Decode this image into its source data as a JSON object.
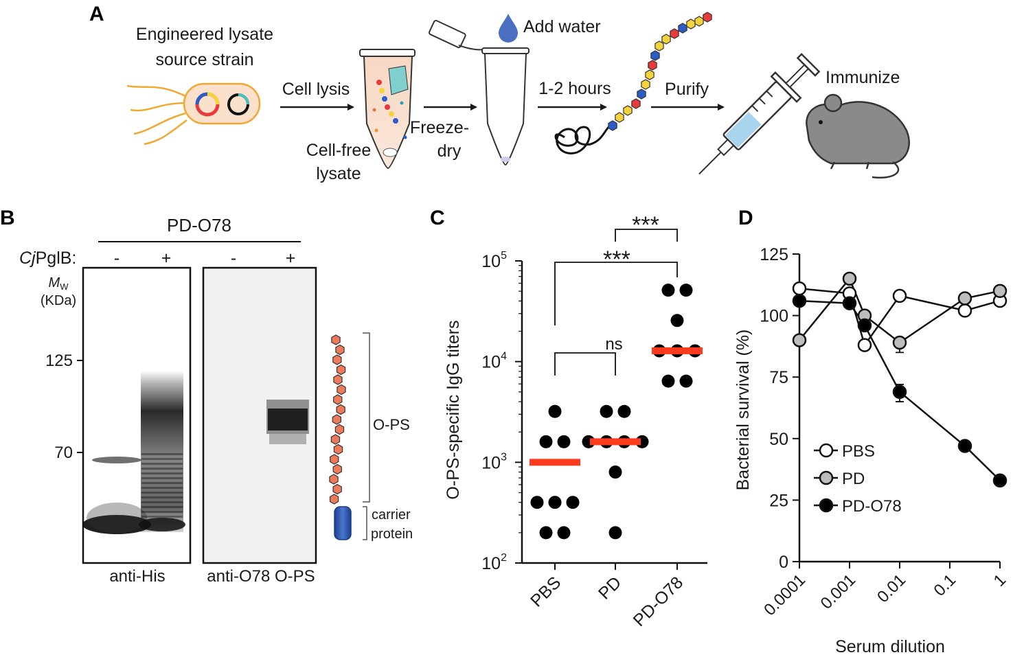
{
  "panels": {
    "a": {
      "letter": "A",
      "source_line1": "Engineered lysate",
      "source_line2": "source strain",
      "cell_lysis": "Cell lysis",
      "lysate_line1": "Cell-free",
      "lysate_line2": "lysate",
      "freeze_line1": "Freeze-",
      "freeze_line2": "dry",
      "add_water": "Add water",
      "time": "1-2 hours",
      "purify": "Purify",
      "immunize": "Immunize"
    },
    "b": {
      "letter": "B",
      "construct": "PD-O78",
      "enzyme_italic": "Cj",
      "enzyme_rest": "PglB:",
      "lanes": [
        "-",
        "+",
        "-",
        "+"
      ],
      "mw_symbol": "M",
      "mw_subscript": "W",
      "mw_unit": "(KDa)",
      "markers": [
        "125",
        "70"
      ],
      "blot_left_label": "anti-His",
      "blot_right_label": "anti-O78 O-PS",
      "ops_label": "O-PS",
      "carrier_line1": "carrier",
      "carrier_line2": "protein"
    },
    "c": {
      "letter": "C",
      "stars": "***",
      "ns": "ns"
    },
    "d": {
      "letter": "D"
    }
  },
  "chart_data": [
    {
      "type": "scatter",
      "panel": "C",
      "ylabel": "O-PS-specific IgG titers",
      "yscale": "log",
      "ylim": [
        100,
        100000
      ],
      "yticks": [
        "10^2",
        "10^3",
        "10^4",
        "10^5"
      ],
      "categories": [
        "PBS",
        "PD",
        "PD-O78"
      ],
      "series": [
        {
          "name": "PBS",
          "values": [
            3200,
            1600,
            1600,
            400,
            400,
            400,
            200,
            200
          ],
          "median": 1000
        },
        {
          "name": "PD",
          "values": [
            3200,
            3200,
            1600,
            1600,
            1600,
            1600,
            800,
            200
          ],
          "median": 1600
        },
        {
          "name": "PD-O78",
          "values": [
            51200,
            51200,
            25600,
            12800,
            12800,
            12800,
            6400,
            6400
          ],
          "median": 12800
        }
      ],
      "comparisons": [
        {
          "groups": [
            "PBS",
            "PD"
          ],
          "label": "ns"
        },
        {
          "groups": [
            "PBS",
            "PD-O78"
          ],
          "label": "***"
        },
        {
          "groups": [
            "PD",
            "PD-O78"
          ],
          "label": "***"
        }
      ],
      "colors": {
        "median": "#ff3b1f",
        "points": "#000000"
      }
    },
    {
      "type": "line",
      "panel": "D",
      "xlabel": "Serum dilution",
      "ylabel": "Bacterial survival (%)",
      "xscale": "log",
      "x_ticks": [
        "0.0001",
        "0.001",
        "0.01",
        "0.1",
        "1"
      ],
      "ylim": [
        0,
        125
      ],
      "y_ticks": [
        "0",
        "25",
        "50",
        "75",
        "100",
        "125"
      ],
      "x": [
        0.0001,
        0.001,
        0.002,
        0.01,
        0.2,
        1
      ],
      "series": [
        {
          "name": "PBS",
          "values": [
            111,
            109,
            88,
            108,
            102,
            106
          ],
          "marker": "open",
          "color": "#ffffff"
        },
        {
          "name": "PD",
          "values": [
            90,
            115,
            100,
            89,
            107,
            110
          ],
          "marker": "grey",
          "color": "#bdbdbd"
        },
        {
          "name": "PD-O78",
          "values": [
            106,
            105,
            96,
            69,
            47,
            33
          ],
          "marker": "filled",
          "color": "#000000"
        }
      ],
      "legend": "bottom-left"
    }
  ]
}
